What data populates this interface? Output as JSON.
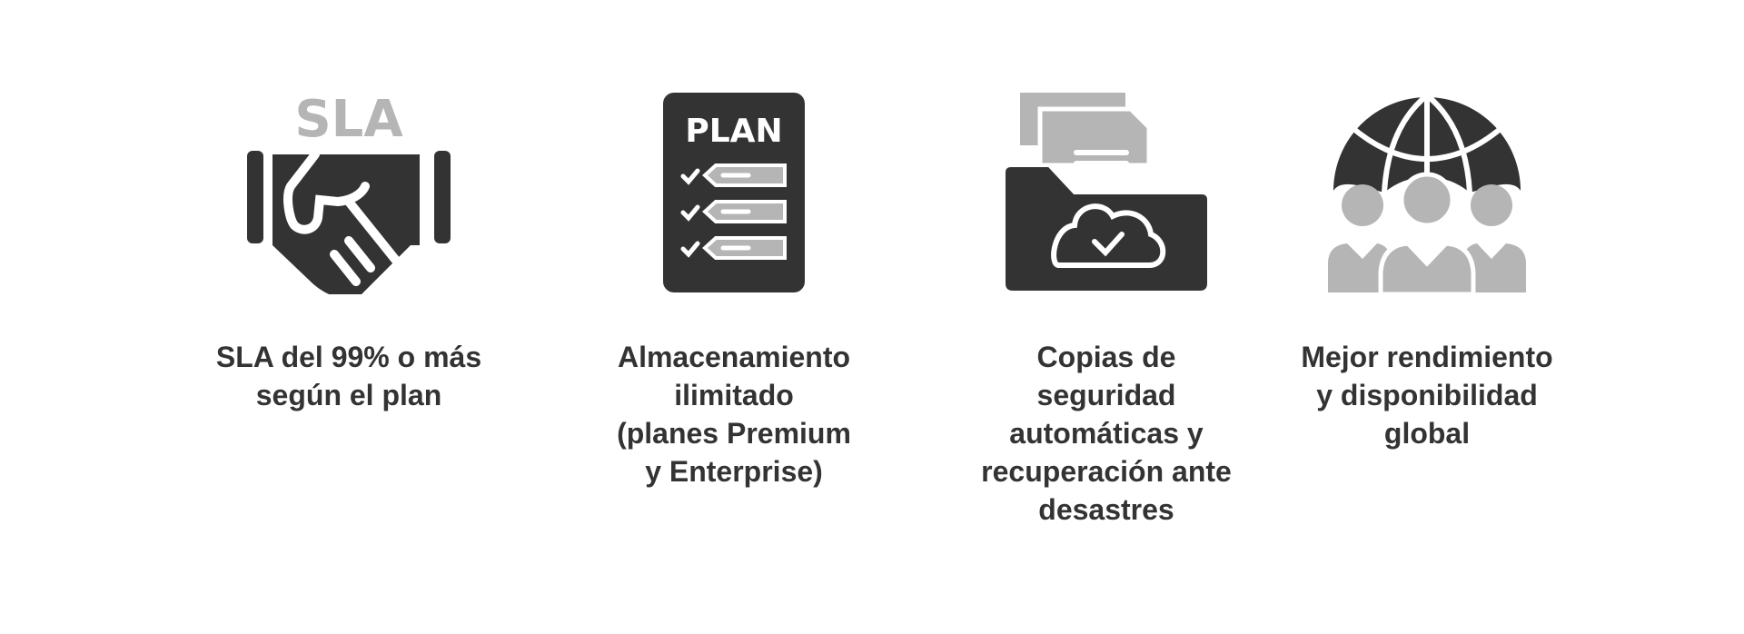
{
  "colors": {
    "dark": "#333333",
    "light": "#b5b5b5",
    "text": "#333333"
  },
  "features": [
    {
      "icon": "handshake-sla-icon",
      "icon_text": "SLA",
      "lines": [
        "SLA del 99% o más",
        "según el plan"
      ]
    },
    {
      "icon": "plan-checklist-icon",
      "icon_text": "PLAN",
      "lines": [
        "Almacenamiento",
        "ilimitado",
        "(planes Premium",
        "y Enterprise)"
      ]
    },
    {
      "icon": "cloud-backup-folder-icon",
      "lines": [
        "Copias de",
        "seguridad",
        "automáticas y",
        "recuperación ante",
        "desastres"
      ]
    },
    {
      "icon": "global-users-icon",
      "lines": [
        "Mejor rendimiento",
        "y disponibilidad",
        "global"
      ]
    }
  ]
}
